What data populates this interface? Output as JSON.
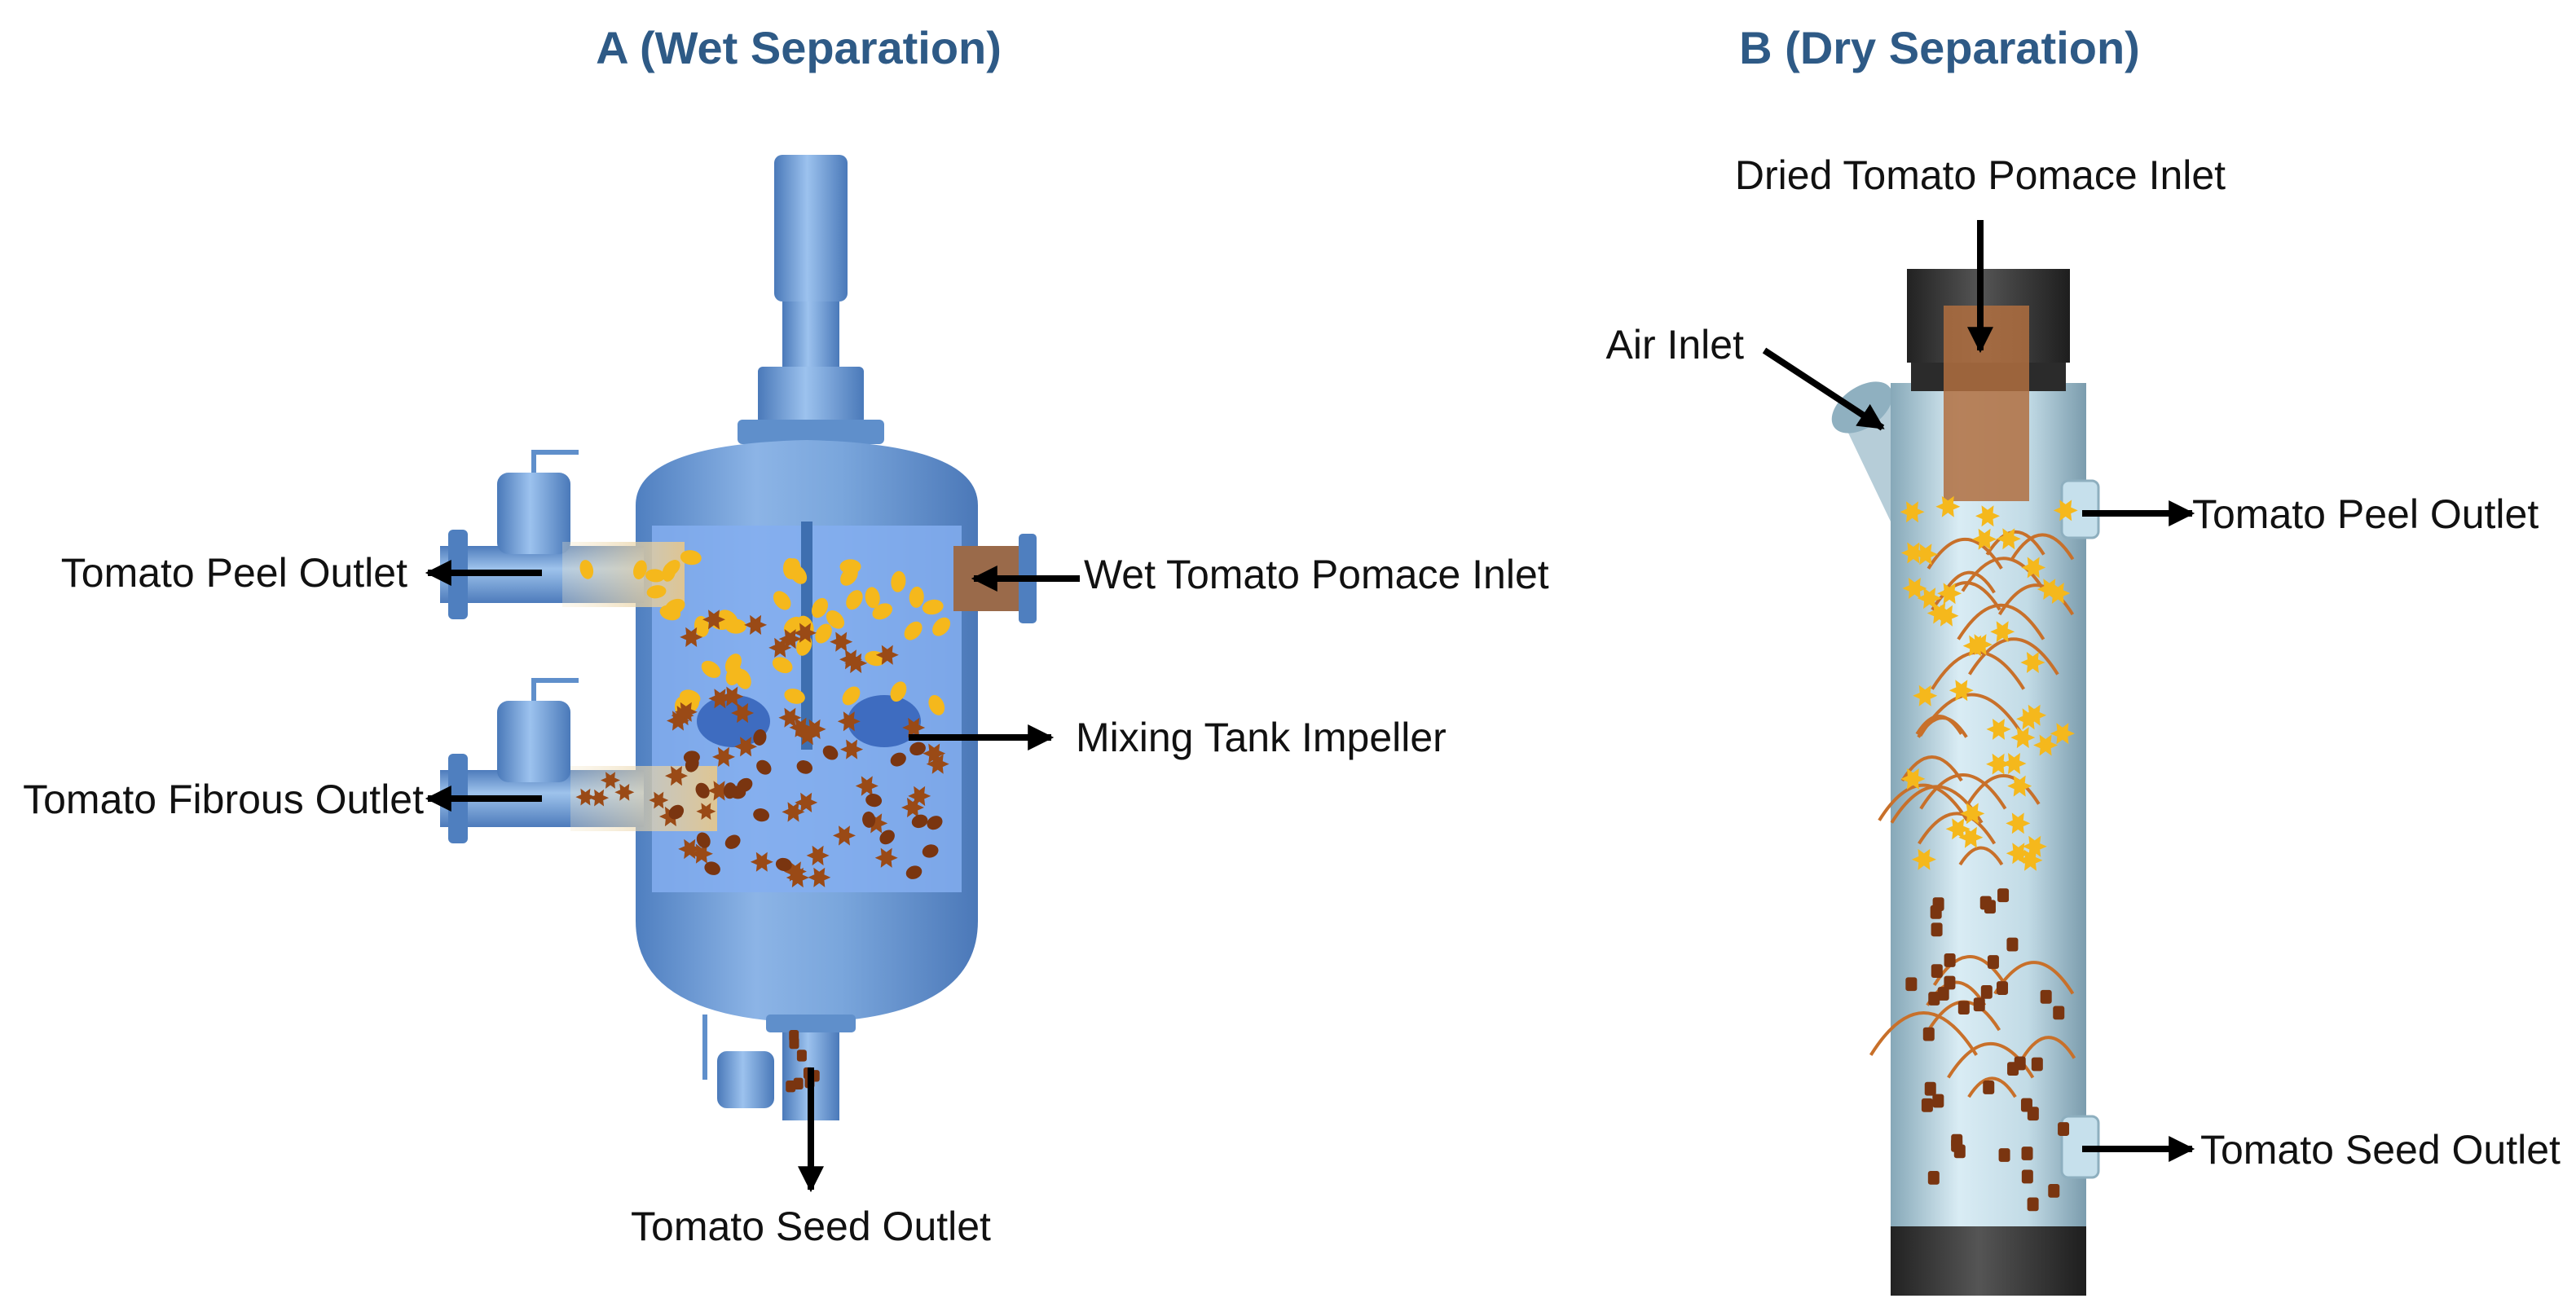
{
  "panel_a": {
    "title": "A (Wet Separation)",
    "labels": {
      "peel_outlet": "Tomato Peel Outlet",
      "fibrous_outlet": "Tomato Fibrous Outlet",
      "pomace_inlet": "Wet Tomato Pomace Inlet",
      "impeller": "Mixing Tank Impeller",
      "seed_outlet": "Tomato Seed Outlet"
    }
  },
  "panel_b": {
    "title": "B (Dry Separation)",
    "labels": {
      "pomace_inlet": "Dried Tomato Pomace Inlet",
      "air_inlet": "Air Inlet",
      "peel_outlet": "Tomato Peel Outlet",
      "seed_outlet": "Tomato Seed Outlet"
    }
  },
  "colors": {
    "title": "#2e5a86",
    "tank_blue": "#6f9fd6",
    "column_blue": "#bcd7e3",
    "peel_yellow": "#f5b81c",
    "fiber_brown": "#9a4a16",
    "seed_brown": "#7a3510",
    "dark_cap": "#333333"
  }
}
